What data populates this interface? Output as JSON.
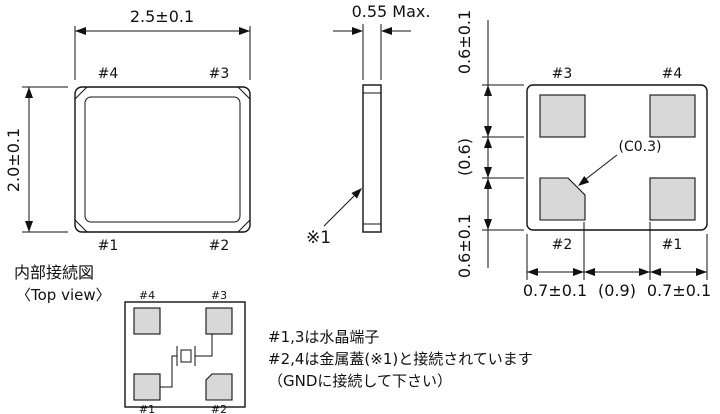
{
  "top_view": {
    "width_dim": "2.5±0.1",
    "height_dim": "2.0±0.1",
    "pad_tl": "#4",
    "pad_tr": "#3",
    "pad_bl": "#1",
    "pad_br": "#2"
  },
  "side_view": {
    "thickness_dim": "0.55 Max.",
    "note_ref": "※1"
  },
  "bottom_view": {
    "dim_top": "0.6±0.1",
    "dim_mid": "(0.6)",
    "dim_bottom": "0.6±0.1",
    "dim_left": "0.7±0.1",
    "dim_center": "(0.9)",
    "dim_right": "0.7±0.1",
    "chamfer": "(C0.3)",
    "pad_tl": "#3",
    "pad_tr": "#4",
    "pad_bl": "#2",
    "pad_br": "#1"
  },
  "connection_diagram": {
    "title": "内部接続図",
    "subtitle": "〈Top view〉",
    "pad_tl": "#4",
    "pad_tr": "#3",
    "pad_bl": "#1",
    "pad_br": "#2"
  },
  "notes": {
    "line1": "#1,3は水晶端子",
    "line2": "#2,4は金属蓋(※1)と接続されています",
    "line3": "（GNDに接続して下さい）"
  },
  "colors": {
    "line": "#111111",
    "pad_fill": "#d8d8d8",
    "background": "#ffffff"
  }
}
